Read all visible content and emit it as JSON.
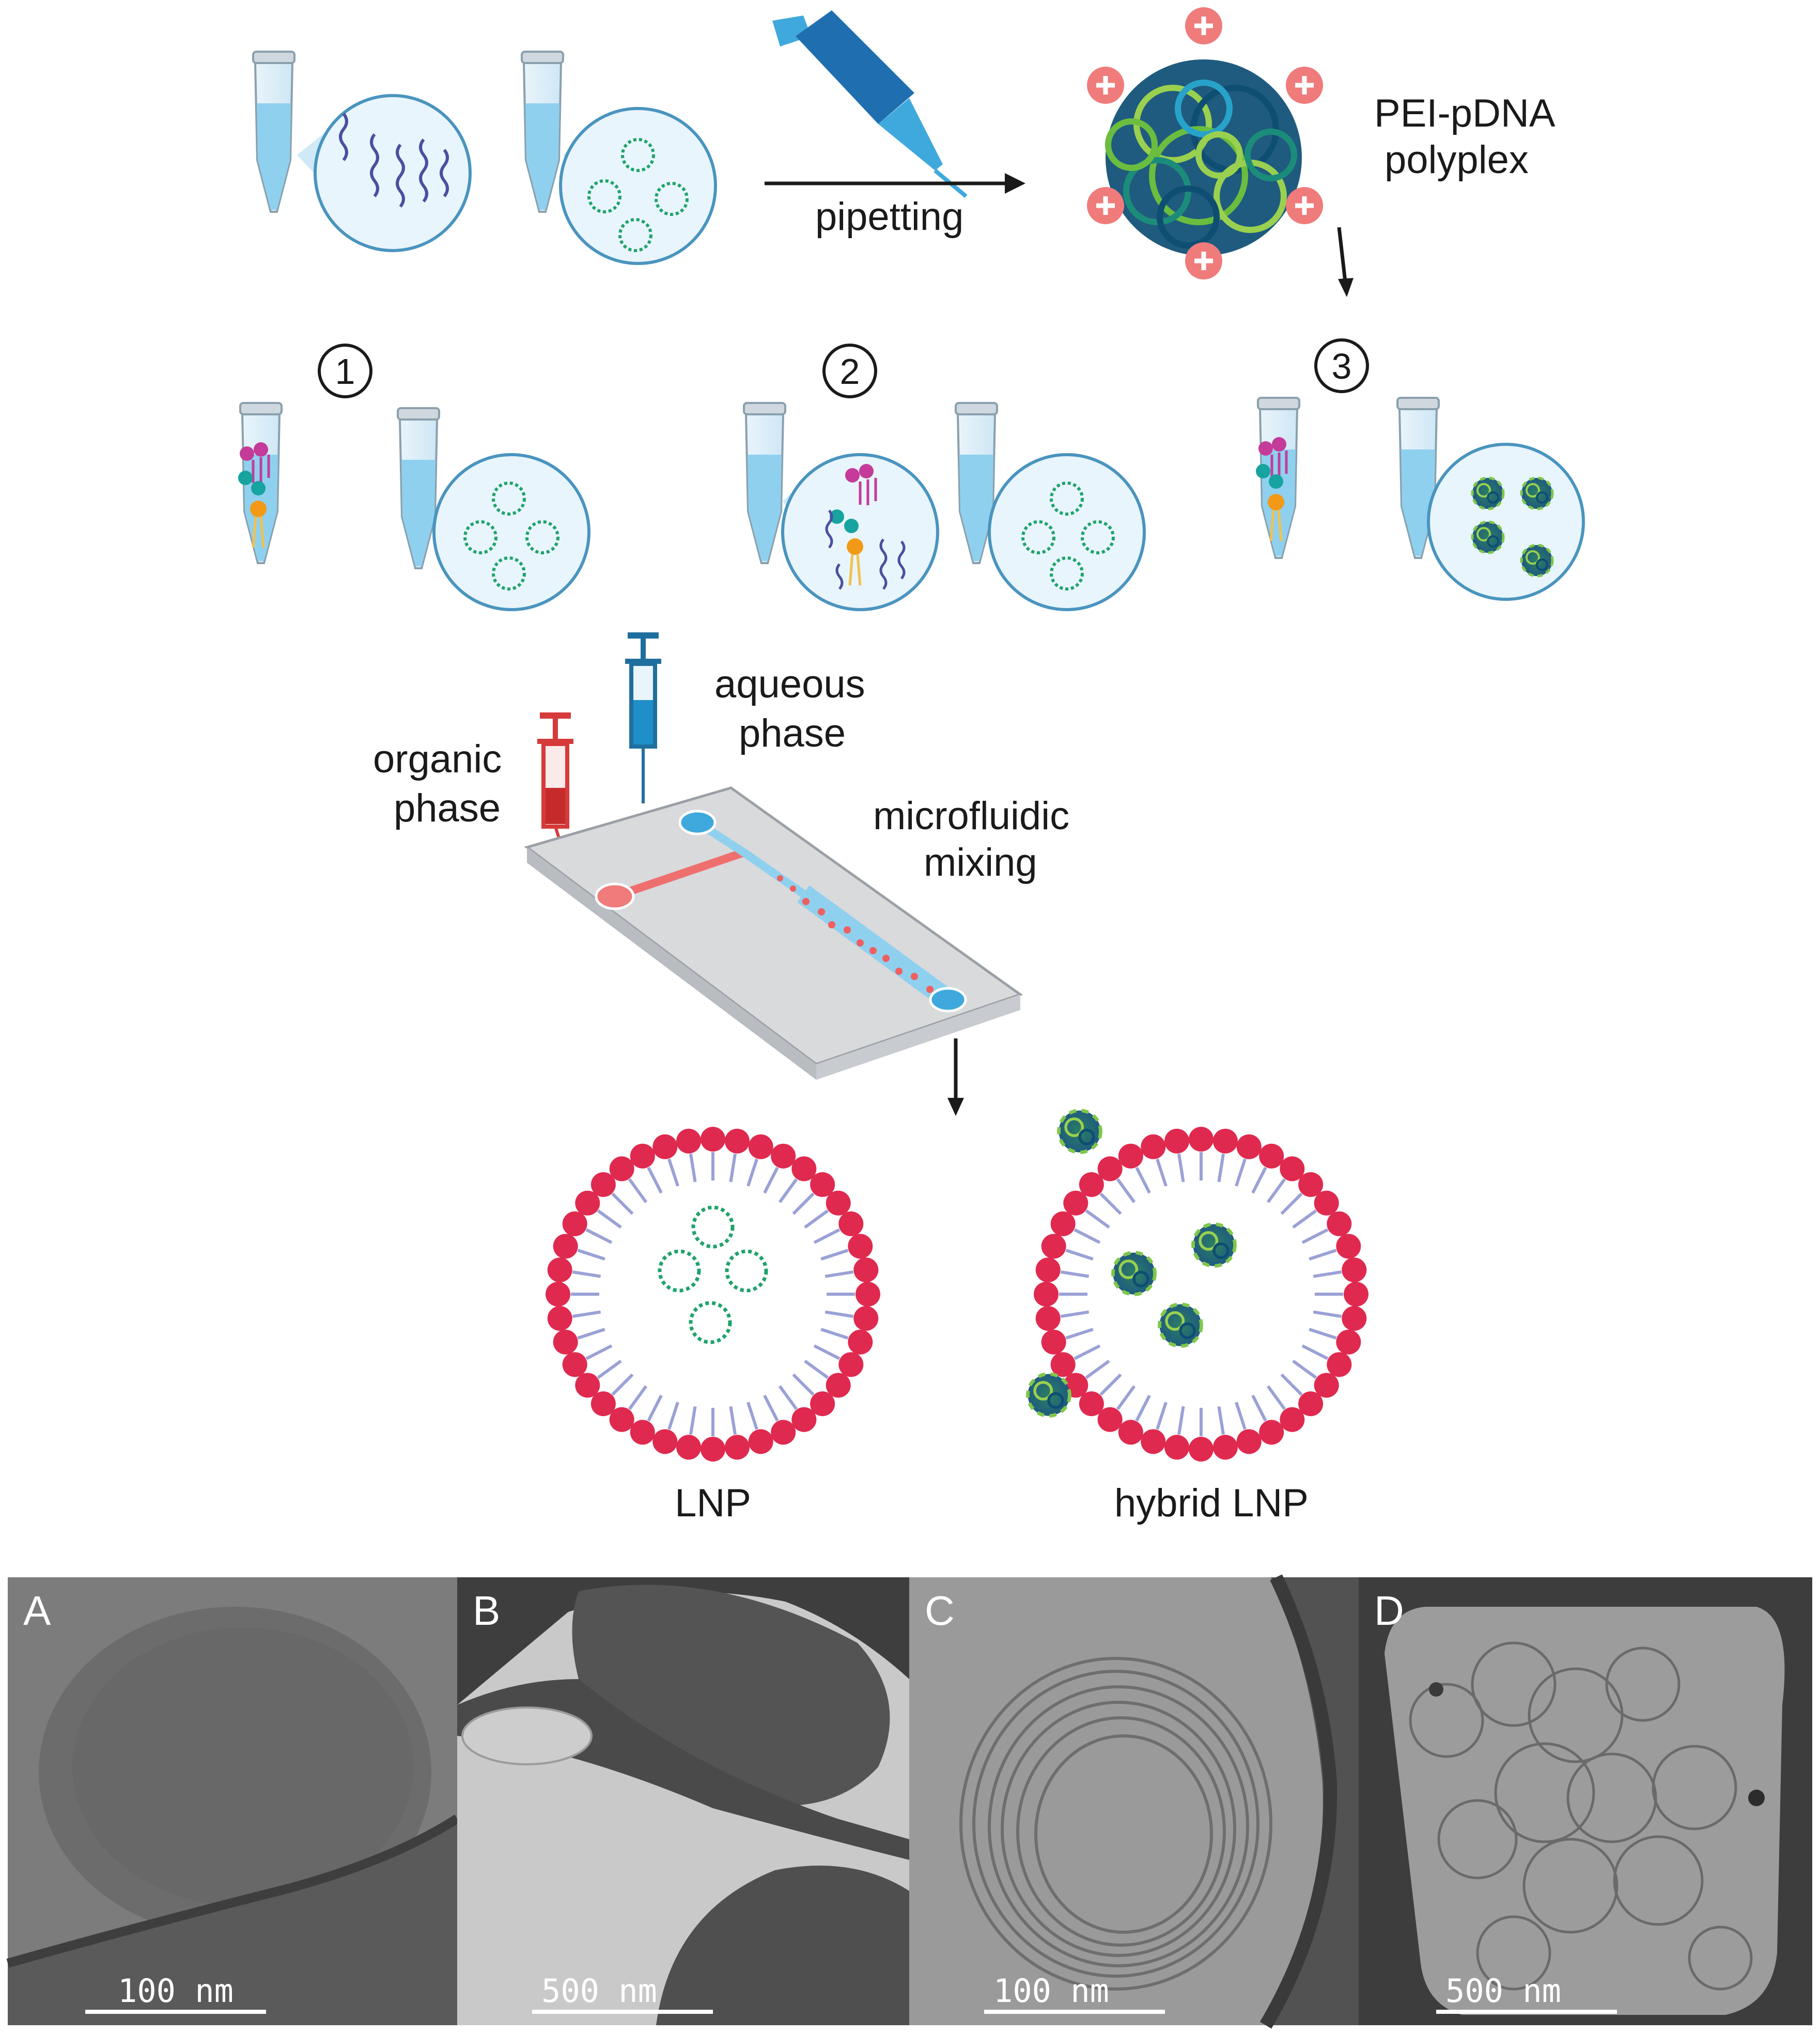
{
  "labels": {
    "pipetting": "pipetting",
    "polyplex_line1": "PEI-pDNA",
    "polyplex_line2": "polyplex",
    "aqueous_line1": "aqueous",
    "aqueous_line2": "phase",
    "organic_line1": "organic",
    "organic_line2": "phase",
    "microfluidic_line1": "microfluidic",
    "microfluidic_line2": "mixing",
    "lnp": "LNP",
    "hybrid_lnp": "hybrid LNP"
  },
  "steps": [
    "1",
    "2",
    "3"
  ],
  "micrographs": [
    {
      "letter": "A",
      "scale": "100 nm"
    },
    {
      "letter": "B",
      "scale": "500 nm"
    },
    {
      "letter": "C",
      "scale": "100 nm"
    },
    {
      "letter": "D",
      "scale": "500 nm"
    }
  ],
  "colors": {
    "lipid_head": "#e0294f",
    "lipid_tail": "#9aa1d6",
    "pdna_ring": "#1fa36b",
    "tube_liquid": "#8fd0ef",
    "syringe_red": "#d63a3a",
    "syringe_blue": "#1f6f9e"
  }
}
